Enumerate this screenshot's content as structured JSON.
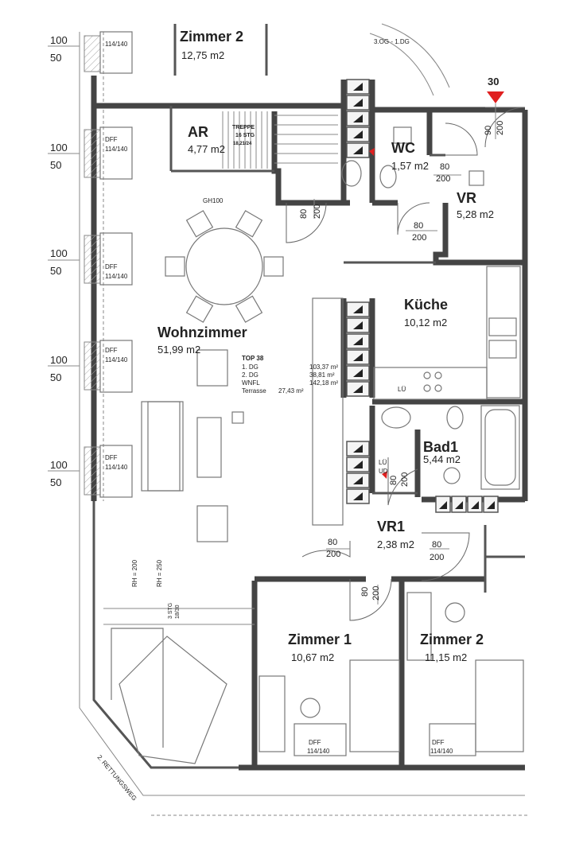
{
  "rooms": {
    "zimmer2_upper": {
      "name": "Zimmer 2",
      "area": "12,75 m2"
    },
    "ar": {
      "name": "AR",
      "area": "4,77 m2"
    },
    "wc": {
      "name": "WC",
      "area": "1,57 m2"
    },
    "vr": {
      "name": "VR",
      "area": "5,28 m2"
    },
    "wohnzimmer": {
      "name": "Wohnzimmer",
      "area": "51,99 m2"
    },
    "kueche": {
      "name": "Küche",
      "area": "10,12 m2"
    },
    "bad1": {
      "name": "Bad1",
      "area": "5,44 m2"
    },
    "vr1": {
      "name": "VR1",
      "area": "2,38 m2"
    },
    "zimmer1": {
      "name": "Zimmer 1",
      "area": "10,67 m2"
    },
    "zimmer2": {
      "name": "Zimmer 2",
      "area": "11,15 m2"
    }
  },
  "stairs": {
    "label": "TREPPE",
    "steps": "16 STG",
    "ratio": "18,21/24",
    "floors": "3.OG - 1.DG"
  },
  "marker": {
    "number": "30"
  },
  "top_table": {
    "title": "TOP 38",
    "rows": [
      {
        "label": "1. DG",
        "value": "103,37 m²"
      },
      {
        "label": "2. DG",
        "value": "38,81 m²"
      },
      {
        "label": "WNFL",
        "value": "142,18 m²"
      },
      {
        "label": "Terrasse",
        "value": "27,43 m²"
      }
    ]
  },
  "labels": {
    "gh100": "GH100",
    "lu": "LÜ",
    "ud": "UD",
    "rh200": "RH = 200",
    "rh250": "RH = 250",
    "stg_side": "3 STG",
    "stg_side2": "18/30",
    "rettungsweg": "2. RETTUNGSWEG"
  },
  "windows": {
    "dff": "DFF",
    "size": "114/140",
    "w100": "100",
    "h50": "50"
  },
  "dims": {
    "d80": "80",
    "d200": "200",
    "d90": "90"
  },
  "colors": {
    "marker": "#e02020",
    "wall": "#444444"
  }
}
